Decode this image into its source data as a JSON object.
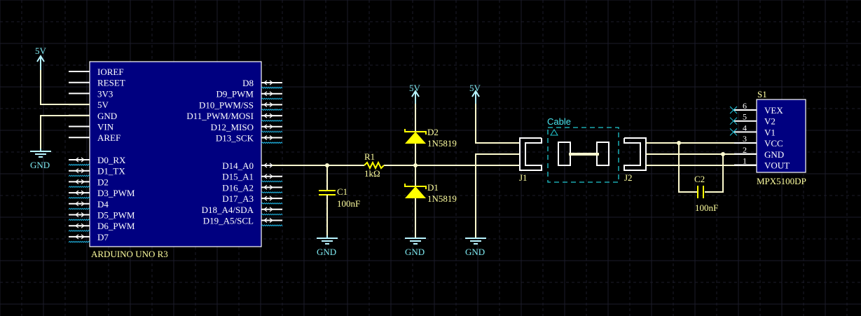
{
  "theme": {
    "background": "#000000",
    "grid": "#1c1c2a",
    "wire": "#fffccf",
    "component": "#ffff00",
    "chip_fill": "#000080",
    "power_label": "#7ee8f0"
  },
  "arduino": {
    "designator": "ARDUINO UNO R3",
    "left_pins_power": [
      "IOREF",
      "RESET",
      "3V3",
      "5V",
      "GND",
      "VIN",
      "AREF"
    ],
    "left_pins_digital": [
      "D0_RX",
      "D1_TX",
      "D2",
      "D3_PWM",
      "D4",
      "D5_PWM",
      "D6_PWM",
      "D7"
    ],
    "right_pins_top": [
      "D8",
      "D9_PWM",
      "D10_PWM/SS",
      "D11_PWM/MOSI",
      "D12_MISO",
      "D13_SCK"
    ],
    "right_pins_bottom": [
      "D14_A0",
      "D15_A1",
      "D16_A2",
      "D17_A3",
      "D18_A4/SDA",
      "D19_A5/SCL"
    ]
  },
  "power": {
    "vcc_label": "5V",
    "gnd_label": "GND"
  },
  "r1": {
    "designator": "R1",
    "value": "1kΩ"
  },
  "c1": {
    "designator": "C1",
    "value": "100nF"
  },
  "d1": {
    "designator": "D1",
    "value": "1N5819"
  },
  "d2": {
    "designator": "D2",
    "value": "1N5819"
  },
  "j1": {
    "designator": "J1"
  },
  "j2": {
    "designator": "J2"
  },
  "cable": {
    "label": "Cable"
  },
  "c2": {
    "designator": "C2",
    "value": "100nF"
  },
  "sensor": {
    "designator": "S1",
    "part": "MPX5100DP",
    "pins": [
      {
        "num": "6",
        "name": "VEX"
      },
      {
        "num": "5",
        "name": "V2"
      },
      {
        "num": "4",
        "name": "V1"
      },
      {
        "num": "3",
        "name": "VCC"
      },
      {
        "num": "2",
        "name": "GND"
      },
      {
        "num": "1",
        "name": "VOUT"
      }
    ]
  }
}
